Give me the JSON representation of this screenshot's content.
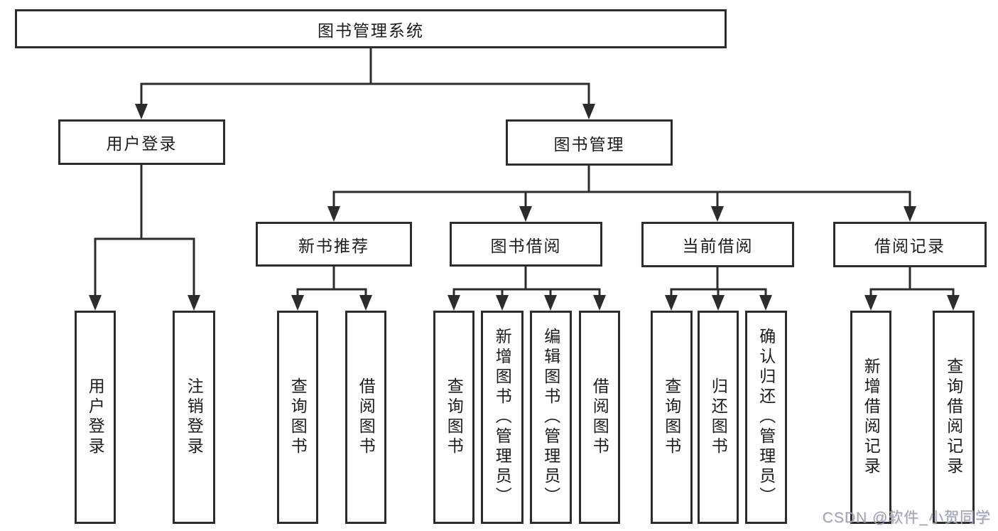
{
  "tree": {
    "label": "图书管理系统",
    "children": [
      {
        "label": "用户登录",
        "children": [
          {
            "label": "用户登录"
          },
          {
            "label": "注销登录"
          }
        ]
      },
      {
        "label": "图书管理",
        "children": [
          {
            "label": "新书推荐",
            "children": [
              {
                "label": "查询图书"
              },
              {
                "label": "借阅图书"
              }
            ]
          },
          {
            "label": "图书借阅",
            "children": [
              {
                "label": "查询图书"
              },
              {
                "label": "新增图书（管理员）"
              },
              {
                "label": "编辑图书（管理员）"
              },
              {
                "label": "借阅图书"
              }
            ]
          },
          {
            "label": "当前借阅",
            "children": [
              {
                "label": "查询图书"
              },
              {
                "label": "归还图书"
              },
              {
                "label": "确认归还（管理员）"
              }
            ]
          },
          {
            "label": "借阅记录",
            "children": [
              {
                "label": "新增借阅记录"
              },
              {
                "label": "查询借阅记录"
              }
            ]
          }
        ]
      }
    ]
  },
  "watermark": "CSDN @软件_小贺同学",
  "colors": {
    "line": "#2c2c2c",
    "text": "#1c1c1c",
    "watermark": "#a5a5a5",
    "background": "#ffffff"
  }
}
